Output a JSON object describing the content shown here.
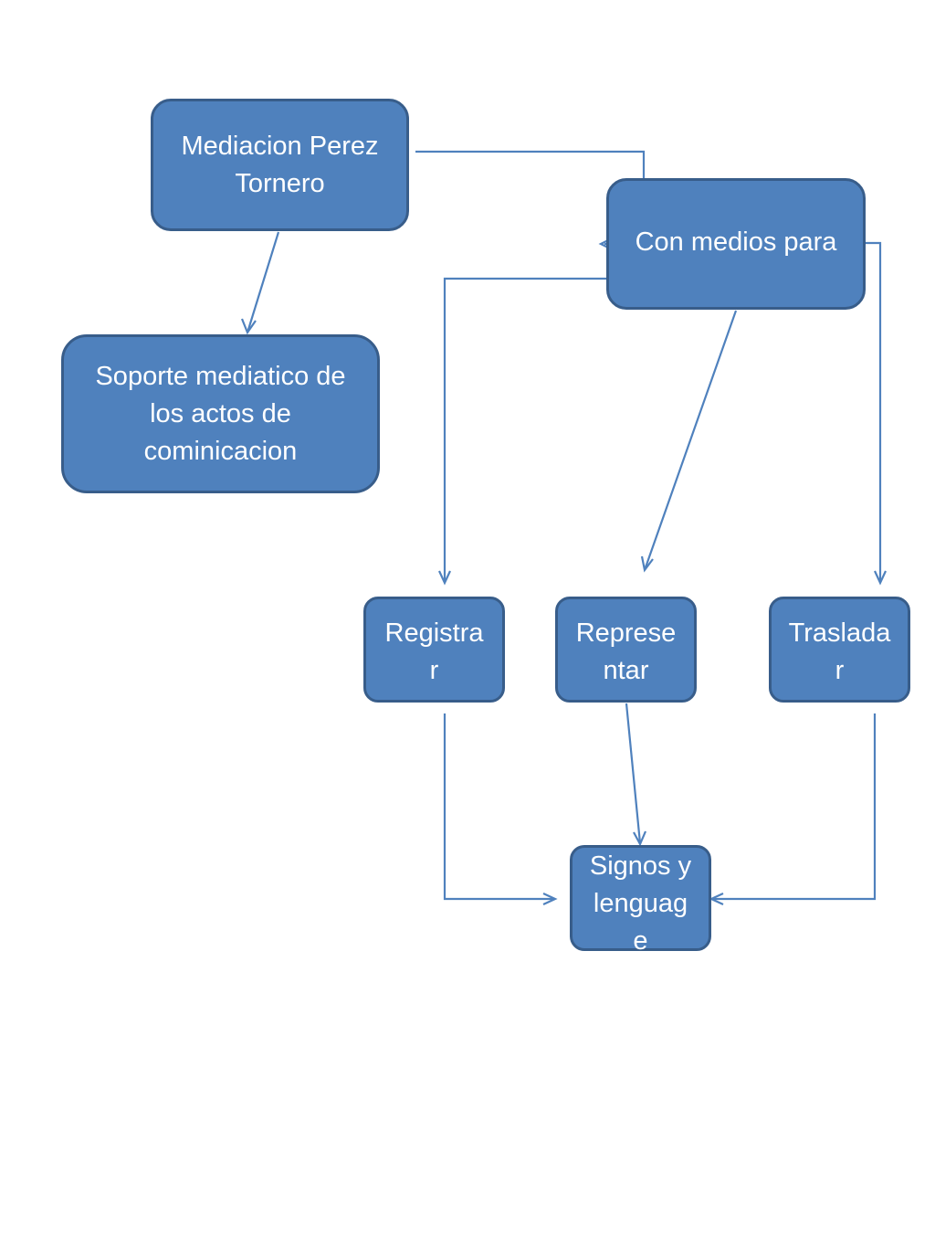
{
  "diagram": {
    "nodes": {
      "mediacion": "Mediacion  Perez\nTornero",
      "soporte": "Soporte mediatico de\nlos actos de\ncominicacion",
      "medios": "Con medios para",
      "registrar": "Registra\nr",
      "representar": "Represe\nntar",
      "trasladar": "Traslada\nr",
      "signos": "Signos y\nlenguag\ne"
    },
    "edges": [
      {
        "from": "mediacion",
        "to": "soporte"
      },
      {
        "from": "mediacion",
        "to": "medios"
      },
      {
        "from": "medios",
        "to": "registrar"
      },
      {
        "from": "medios",
        "to": "representar"
      },
      {
        "from": "medios",
        "to": "trasladar"
      },
      {
        "from": "registrar",
        "to": "signos"
      },
      {
        "from": "representar",
        "to": "signos"
      },
      {
        "from": "trasladar",
        "to": "signos"
      }
    ],
    "colors": {
      "node_fill": "#4f81bd",
      "node_border": "#385d8a",
      "node_text": "#ffffff",
      "connector": "#4f81bd"
    }
  }
}
